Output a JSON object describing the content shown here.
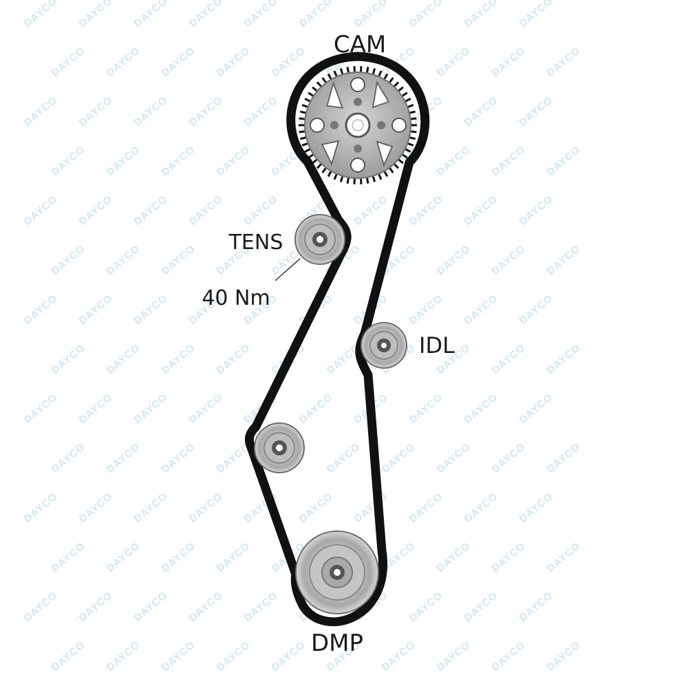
{
  "watermark": {
    "text": "DAYCO",
    "color": "#cfe6f4"
  },
  "labels": {
    "cam": "CAM",
    "tens": "TENS",
    "torque": "40 Nm",
    "idl": "IDL",
    "dmp": "DMP"
  },
  "colors": {
    "belt": "#111111",
    "pulley_fill": "#b9b9b9",
    "pulley_ring": "#8a8a8a",
    "hub": "#555555",
    "label": "#1a1a1a"
  },
  "icons": {
    "cam": "camshaft-sprocket-icon",
    "tens": "tensioner-pulley-icon",
    "idl": "idler-pulley-icon",
    "idler_lower": "idler-pulley-icon",
    "dmp": "damper-pulley-icon"
  }
}
